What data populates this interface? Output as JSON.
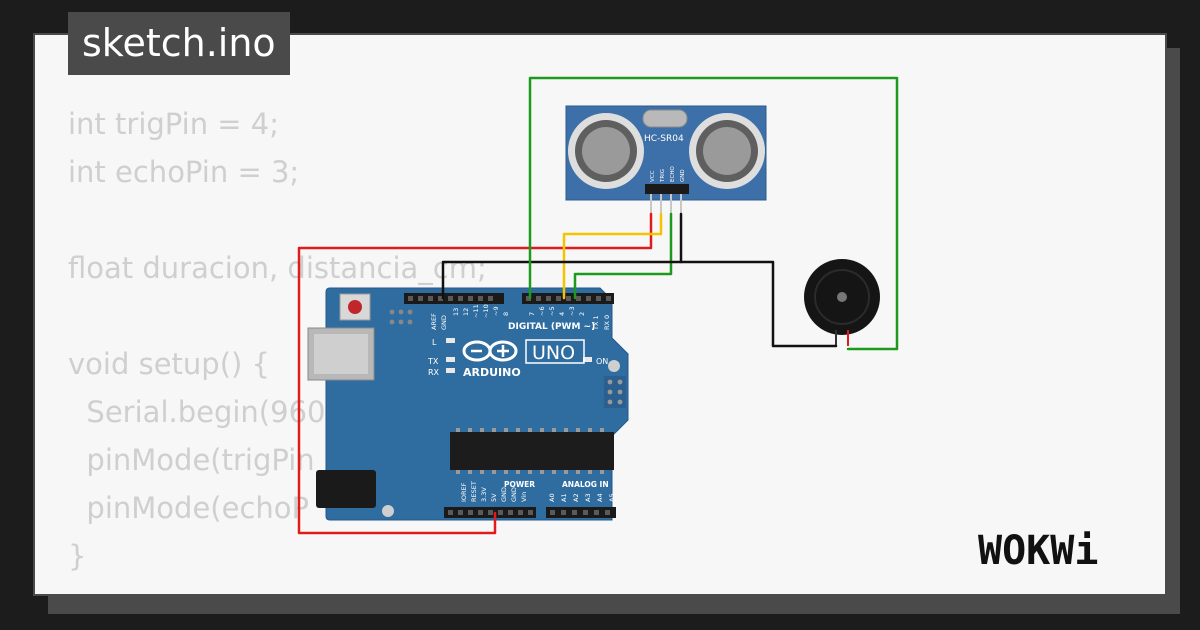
{
  "title_tab": "sketch.ino",
  "code_lines": [
    "int trigPin = 4;",
    "int echoPin = 3;",
    "",
    "float duracion, distancia_cm;",
    "",
    "void setup() {",
    "  Serial.begin(960",
    "  pinMode(trigPin",
    "  pinMode(echoP",
    "}"
  ],
  "sensor": {
    "model": "HC-SR04",
    "pins": [
      "VCC",
      "TRIG",
      "ECHO",
      "GND"
    ]
  },
  "arduino": {
    "board_name": "UNO",
    "brand": "ARDUINO",
    "digital_header_label": "DIGITAL (PWM ~)",
    "digital_pins": [
      "AREF",
      "GND",
      "13",
      "12",
      "~11",
      "~10",
      "~9",
      "8",
      "7",
      "~6",
      "~5",
      "4",
      "~3",
      "2",
      "TX 1",
      "RX 0"
    ],
    "power_header_label": "POWER",
    "power_pins": [
      "IOREF",
      "RESET",
      "3.3V",
      "5V",
      "GND",
      "GND",
      "Vin"
    ],
    "analog_header_label": "ANALOG IN",
    "analog_pins": [
      "A0",
      "A1",
      "A2",
      "A3",
      "A4",
      "A5"
    ],
    "led_labels": [
      "L",
      "TX",
      "RX",
      "ON"
    ]
  },
  "brand_logo": "WOKWi",
  "colors": {
    "wire_red": "#e01b1b",
    "wire_yellow": "#f5c400",
    "wire_green": "#1d9a1d",
    "wire_black": "#111111",
    "board_blue": "#2f6da0",
    "sensor_blue": "#3d70a8"
  }
}
